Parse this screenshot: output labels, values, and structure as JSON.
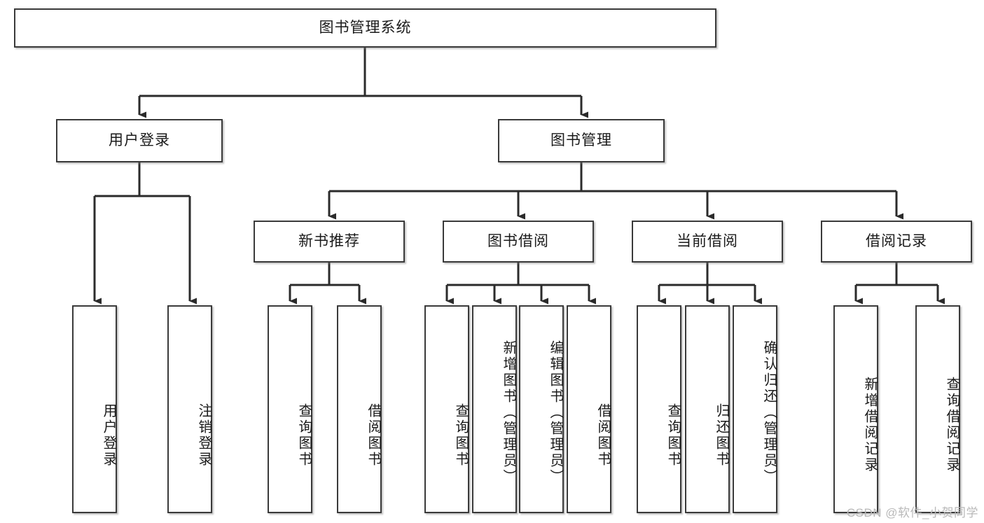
{
  "diagram": {
    "type": "tree",
    "title": "图书管理系统",
    "watermark": "CSDN @软件_小贺同学",
    "colors": {
      "box_border": "#3a3a3a",
      "box_fill": "#ffffff",
      "edge": "#2b2b2b",
      "text": "#1a1a1a",
      "watermark": "#b9b9b9"
    },
    "levels": {
      "root": {
        "label": "图书管理系统"
      },
      "level1": [
        {
          "label": "用户登录"
        },
        {
          "label": "图书管理"
        }
      ],
      "level2": [
        {
          "label": "新书推荐"
        },
        {
          "label": "图书借阅"
        },
        {
          "label": "当前借阅"
        },
        {
          "label": "借阅记录"
        }
      ],
      "leaves": {
        "user_login": [
          {
            "label": "用户登录"
          },
          {
            "label": "注销登录"
          }
        ],
        "new_book_recommend": [
          {
            "label": "查询图书"
          },
          {
            "label": "借阅图书"
          }
        ],
        "book_borrow": [
          {
            "label": "查询图书"
          },
          {
            "label": "新增图书（管理员）"
          },
          {
            "label": "编辑图书（管理员）"
          },
          {
            "label": "借阅图书"
          }
        ],
        "current_borrow": [
          {
            "label": "查询图书"
          },
          {
            "label": "归还图书"
          },
          {
            "label": "确认归还（管理员）"
          }
        ],
        "borrow_record": [
          {
            "label": "新增借阅记录"
          },
          {
            "label": "查询借阅记录"
          }
        ]
      }
    }
  }
}
